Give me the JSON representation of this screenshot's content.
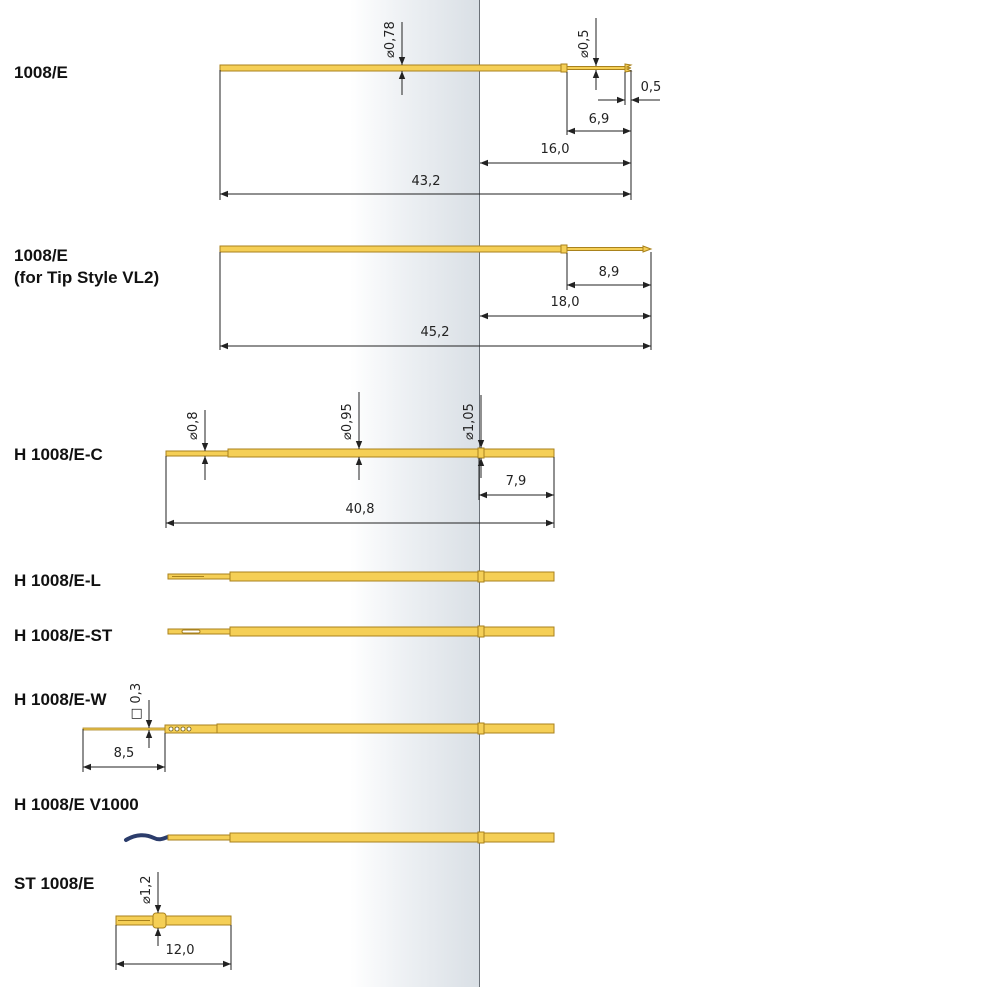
{
  "colors": {
    "probe_fill": "#f5cf56",
    "probe_stroke": "#a9821d",
    "line": "#222222",
    "band_shade": "#d9dfe5",
    "wire": "#2b3c6b"
  },
  "titles": {
    "p1": "1008/E",
    "p2_line1": "1008/E",
    "p2_line2": "(for Tip Style VL2)",
    "p3": "H 1008/E-C",
    "p4": "H 1008/E-L",
    "p5": "H 1008/E-ST",
    "p6": "H 1008/E-W",
    "p7": "H 1008/E V1000",
    "p8": "ST 1008/E"
  },
  "dims": {
    "p1_dia_body": "⌀0,78",
    "p1_dia_tip": "⌀0,5",
    "p1_tip_len": "0,5",
    "p1_d1": "6,9",
    "p1_d2": "16,0",
    "p1_total": "43,2",
    "p2_d1": "8,9",
    "p2_d2": "18,0",
    "p2_total": "45,2",
    "p3_dia_a": "⌀0,8",
    "p3_dia_b": "⌀0,95",
    "p3_dia_c": "⌀1,05",
    "p3_d1": "7,9",
    "p3_total": "40,8",
    "p6_square": "□ 0,3",
    "p6_len": "8,5",
    "p8_dia": "⌀1,2",
    "p8_len": "12,0"
  }
}
